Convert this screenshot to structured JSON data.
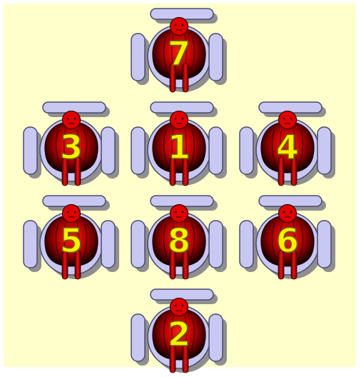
{
  "board": {
    "background": "#ffffcc"
  },
  "colors": {
    "chair_fill": "#c8c8f2",
    "chair_stroke": "#4a4a70",
    "shadow": "#8f8f8f",
    "person_red": "#e00000",
    "person_dark": "#1a0000",
    "number_yellow": "#ffee00"
  },
  "seats": [
    {
      "id": "seat-7",
      "number": "7",
      "icon": "person-in-chair-icon"
    },
    {
      "id": "seat-3",
      "number": "3",
      "icon": "person-in-chair-icon"
    },
    {
      "id": "seat-1",
      "number": "1",
      "icon": "person-in-chair-icon"
    },
    {
      "id": "seat-4",
      "number": "4",
      "icon": "person-in-chair-icon"
    },
    {
      "id": "seat-5",
      "number": "5",
      "icon": "person-in-chair-icon"
    },
    {
      "id": "seat-8",
      "number": "8",
      "icon": "person-in-chair-icon"
    },
    {
      "id": "seat-6",
      "number": "6",
      "icon": "person-in-chair-icon"
    },
    {
      "id": "seat-2",
      "number": "2",
      "icon": "person-in-chair-icon"
    }
  ]
}
